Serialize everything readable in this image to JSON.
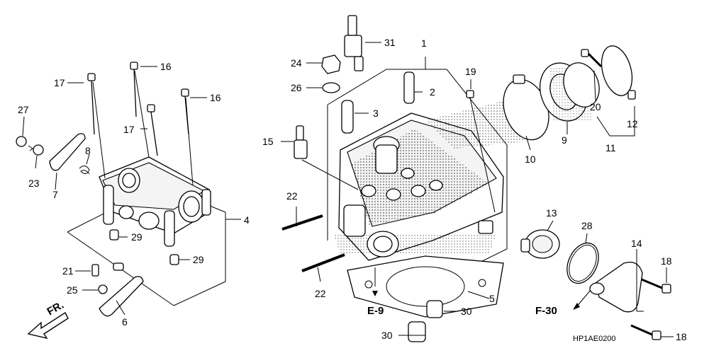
{
  "labels": {
    "n1": "1",
    "n2": "2",
    "n3": "3",
    "n4": "4",
    "n5": "5",
    "n6": "6",
    "n7": "7",
    "n8": "8",
    "n9": "9",
    "n10": "10",
    "n11": "11",
    "n12": "12",
    "n13": "13",
    "n14": "14",
    "n15": "15",
    "n16a": "16",
    "n16b": "16",
    "n17a": "17",
    "n17b": "17",
    "n18a": "18",
    "n18b": "18",
    "n19": "19",
    "n20": "20",
    "n21": "21",
    "n22a": "22",
    "n22b": "22",
    "n23": "23",
    "n24": "24",
    "n25": "25",
    "n26": "26",
    "n27": "27",
    "n28": "28",
    "n29a": "29",
    "n29b": "29",
    "n30a": "30",
    "n30b": "30",
    "n31": "31"
  },
  "refs": {
    "e9": "E-9",
    "f30": "F-30"
  },
  "front_marker": "FR.",
  "diagram_code": "HP1AE0200"
}
